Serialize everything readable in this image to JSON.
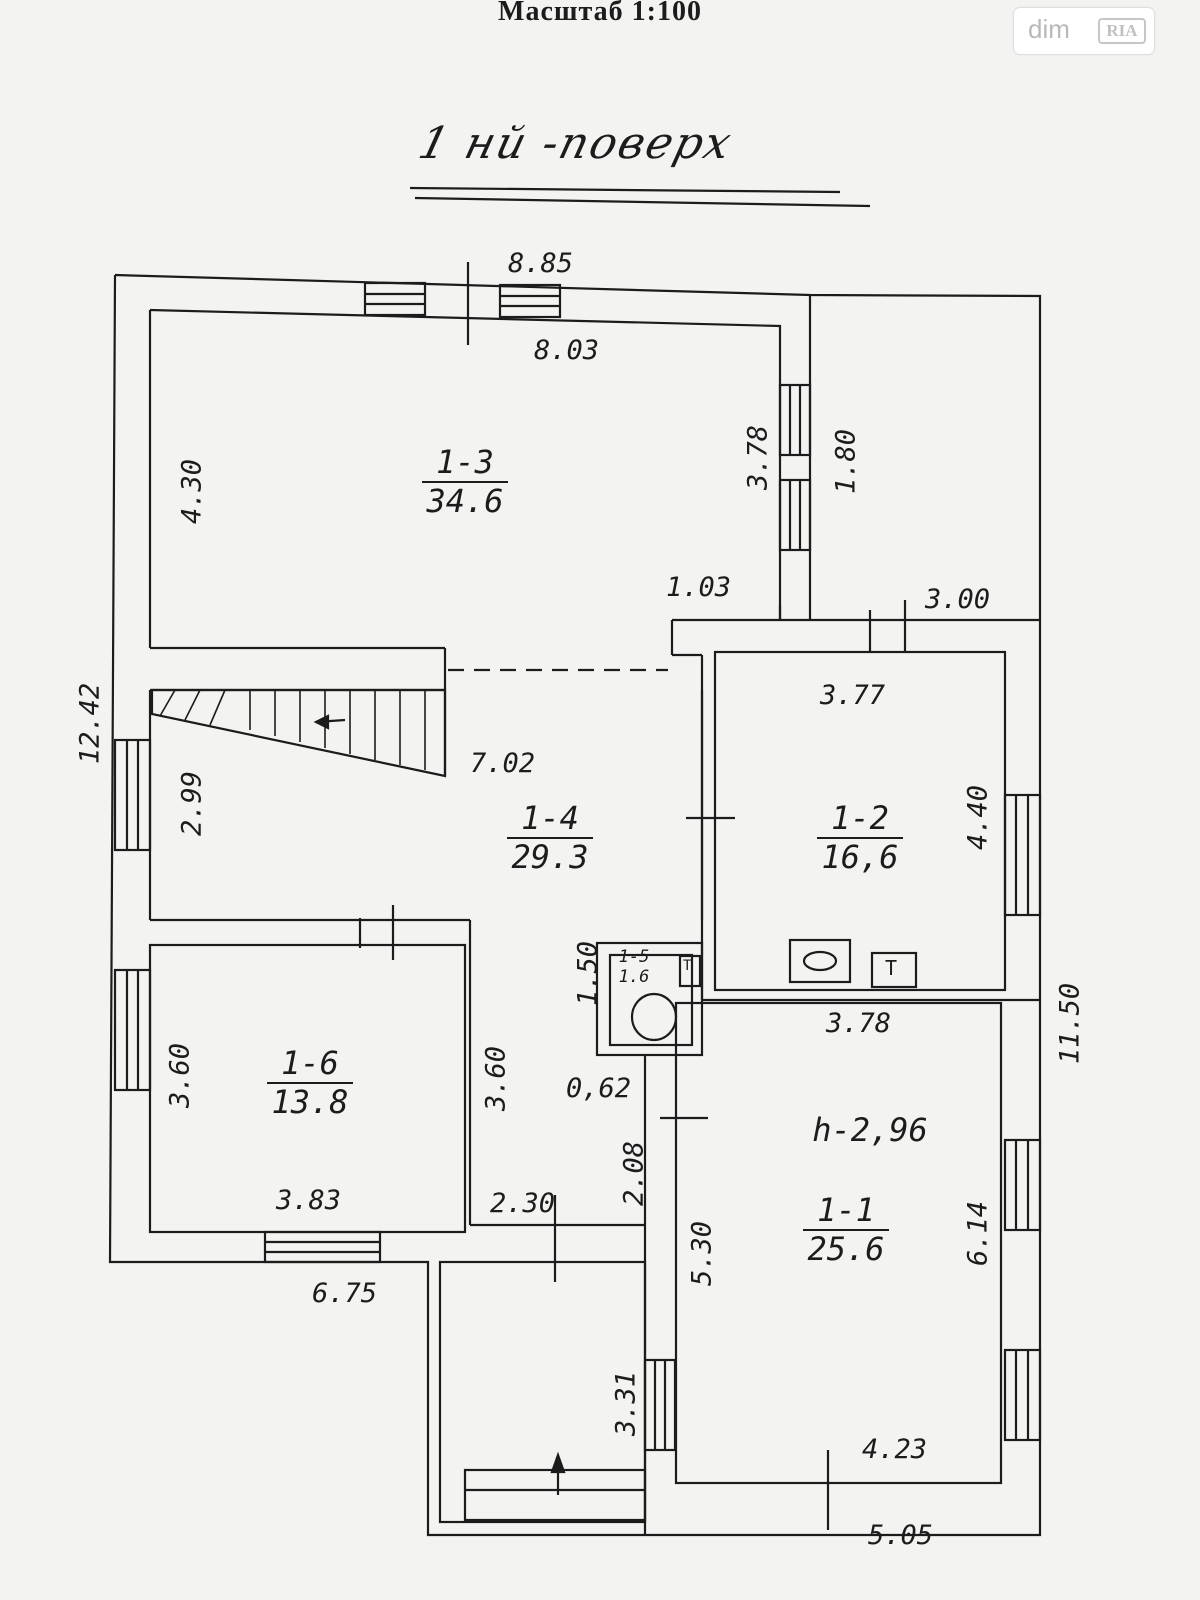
{
  "header": {
    "scale": "Масштаб 1:100"
  },
  "floor_title": "1 нй -поверх",
  "watermark": {
    "dim": "dim",
    "ria": "RIA"
  },
  "rooms": [
    {
      "id": "1-3",
      "area": "34.6"
    },
    {
      "id": "1-4",
      "area": "29.3"
    },
    {
      "id": "1-2",
      "area": "16,6"
    },
    {
      "id": "1-5",
      "area": "1.6"
    },
    {
      "id": "1-6",
      "area": "13.8"
    },
    {
      "id": "1-1",
      "area": "25.6"
    }
  ],
  "ceiling_height": "h-2,96",
  "dimensions": {
    "outer_top": "8.85",
    "outer_left": "12.42",
    "outer_right": "11.50",
    "outer_bottom_left": "6.75",
    "outer_bottom_right": "5.05",
    "r13_width": "8.03",
    "r13_depth": "4.30",
    "r13_side": "3.78",
    "corner_side": "1.80",
    "offset_103": "1.03",
    "offset_300": "3.00",
    "r12_width": "3.77",
    "r12_depth": "4.40",
    "r14_width": "7.02",
    "r14_depth": "2.99",
    "r15_side": "1.50",
    "r16_left": "3.60",
    "r16_right": "3.60",
    "r16_width": "3.83",
    "r11_top": "3.78",
    "passage_062": "0,62",
    "passage_208": "2.08",
    "passage_230": "2.30",
    "r11_left": "5.30",
    "r11_right": "6.14",
    "r11_width": "4.23",
    "porch_side": "3.31"
  },
  "fixture_labels": {
    "t1": "T",
    "t2": "T"
  }
}
